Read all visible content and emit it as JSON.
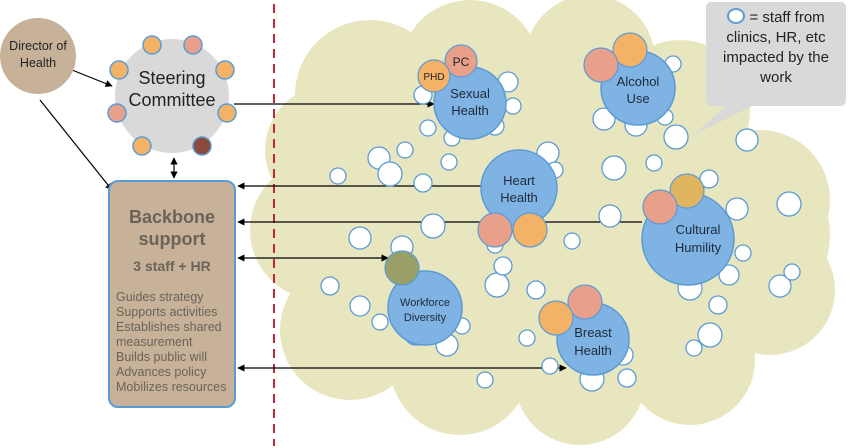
{
  "director": "Director of Health",
  "steering": {
    "title": "Steering Committee"
  },
  "backbone": {
    "title1": "Backbone",
    "title2": "support",
    "staff": "3 staff + HR",
    "functions": [
      "Guides strategy",
      "Supports activities",
      "Establishes shared measurement",
      "Builds public will",
      "Advances policy",
      "Mobilizes resources"
    ]
  },
  "legend": {
    "text": "= staff from clinics, HR, etc impacted by the work"
  },
  "groups": {
    "sexual_health": {
      "line1": "Sexual",
      "line2": "Health",
      "tag_pc": "PC",
      "tag_phd": "PHD"
    },
    "alcohol_use": {
      "line1": "Alcohol",
      "line2": "Use"
    },
    "heart_health": {
      "line1": "Heart",
      "line2": "Health"
    },
    "cultural_humility": {
      "line1": "Cultural",
      "line2": "Humility"
    },
    "workforce_diversity": {
      "line1": "Workforce",
      "line2": "Diversity"
    },
    "breast_health": {
      "line1": "Breast",
      "line2": "Health"
    }
  },
  "colors": {
    "director": "#c7b299",
    "cloud": "#e8e6bf",
    "workgroup": "#7eb3e3",
    "circle_border": "#5b9bd5",
    "orange": "#f4b266",
    "salmon": "#e8a08a",
    "olive": "#9aa067",
    "brown": "#8b4a3a",
    "divider": "#c0283a"
  }
}
